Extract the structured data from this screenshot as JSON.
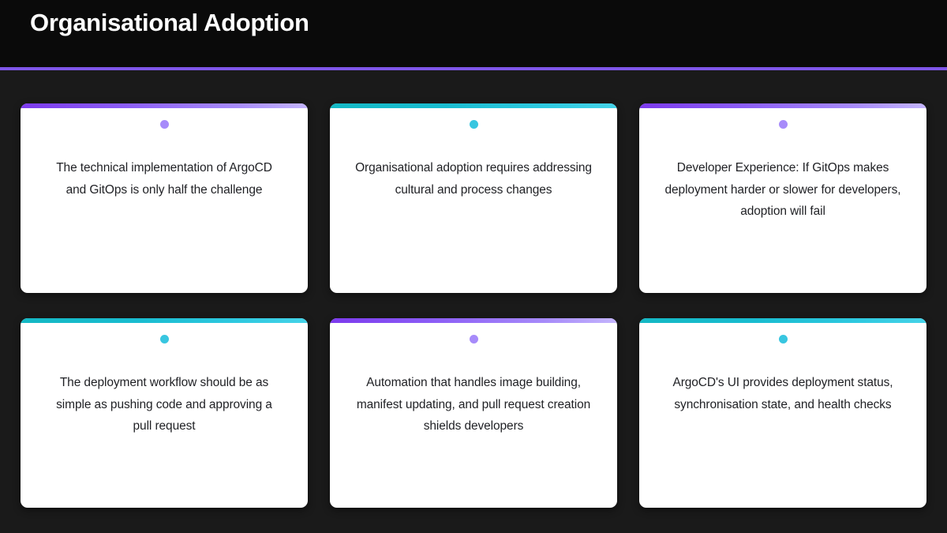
{
  "header": {
    "title": "Organisational Adoption",
    "rule_color": "#7f56e8",
    "background": "#0a0a0a"
  },
  "theme": {
    "page_background": "#1a1a1a",
    "card_background": "#ffffff",
    "text_color": "#1f2024",
    "purple_accent": "#8b5cf6",
    "purple_dot": "#a78bfa",
    "teal_accent": "#19bcd0",
    "teal_dot": "#38c6e0"
  },
  "cards": [
    {
      "id": "card-1",
      "accent": "purple",
      "dot": "purple",
      "text": "The technical implementation of ArgoCD and GitOps is only half the challenge"
    },
    {
      "id": "card-2",
      "accent": "teal",
      "dot": "teal",
      "text": "Organisational adoption requires addressing cultural and process changes"
    },
    {
      "id": "card-3",
      "accent": "purple",
      "dot": "purple",
      "text": "Developer Experience: If GitOps makes deployment harder or slower for developers, adoption will fail"
    },
    {
      "id": "card-4",
      "accent": "teal",
      "dot": "teal",
      "text": "The deployment workflow should be as simple as pushing code and approving a pull request"
    },
    {
      "id": "card-5",
      "accent": "purple",
      "dot": "purple",
      "text": "Automation that handles image building, manifest updating, and pull request creation shields developers"
    },
    {
      "id": "card-6",
      "accent": "teal",
      "dot": "teal",
      "text": "ArgoCD's UI provides deployment status, synchronisation state, and health checks"
    }
  ]
}
